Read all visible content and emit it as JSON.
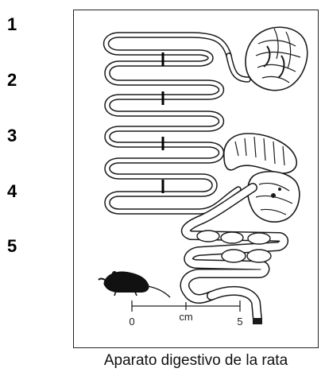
{
  "row_numbers": [
    "1",
    "2",
    "3",
    "4",
    "5"
  ],
  "scale": {
    "start": "0",
    "unit": "cm",
    "end": "5"
  },
  "caption": "Aparato digestivo de la rata",
  "colors": {
    "ink": "#1a1a1a",
    "paper": "#ffffff",
    "shade": "#cfcfcf"
  },
  "icons": [
    "rat-icon",
    "stomach-icon",
    "caecum-icon"
  ]
}
